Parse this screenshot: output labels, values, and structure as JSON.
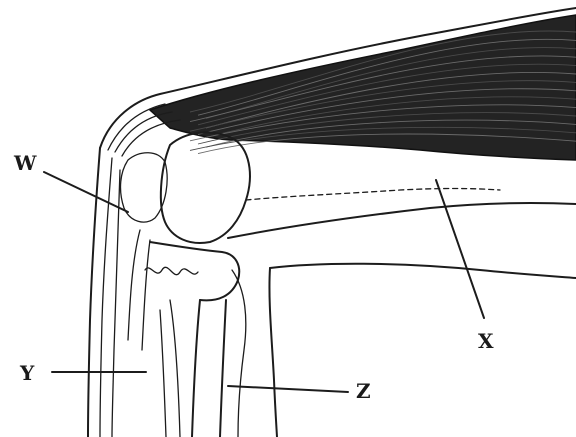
{
  "labels": {
    "w": "W",
    "x": "X",
    "y": "Y",
    "z": "Z"
  },
  "colors": {
    "ink": "#1c1c1c",
    "muscle": "#1f1f1f",
    "paper": "#ffffff"
  }
}
